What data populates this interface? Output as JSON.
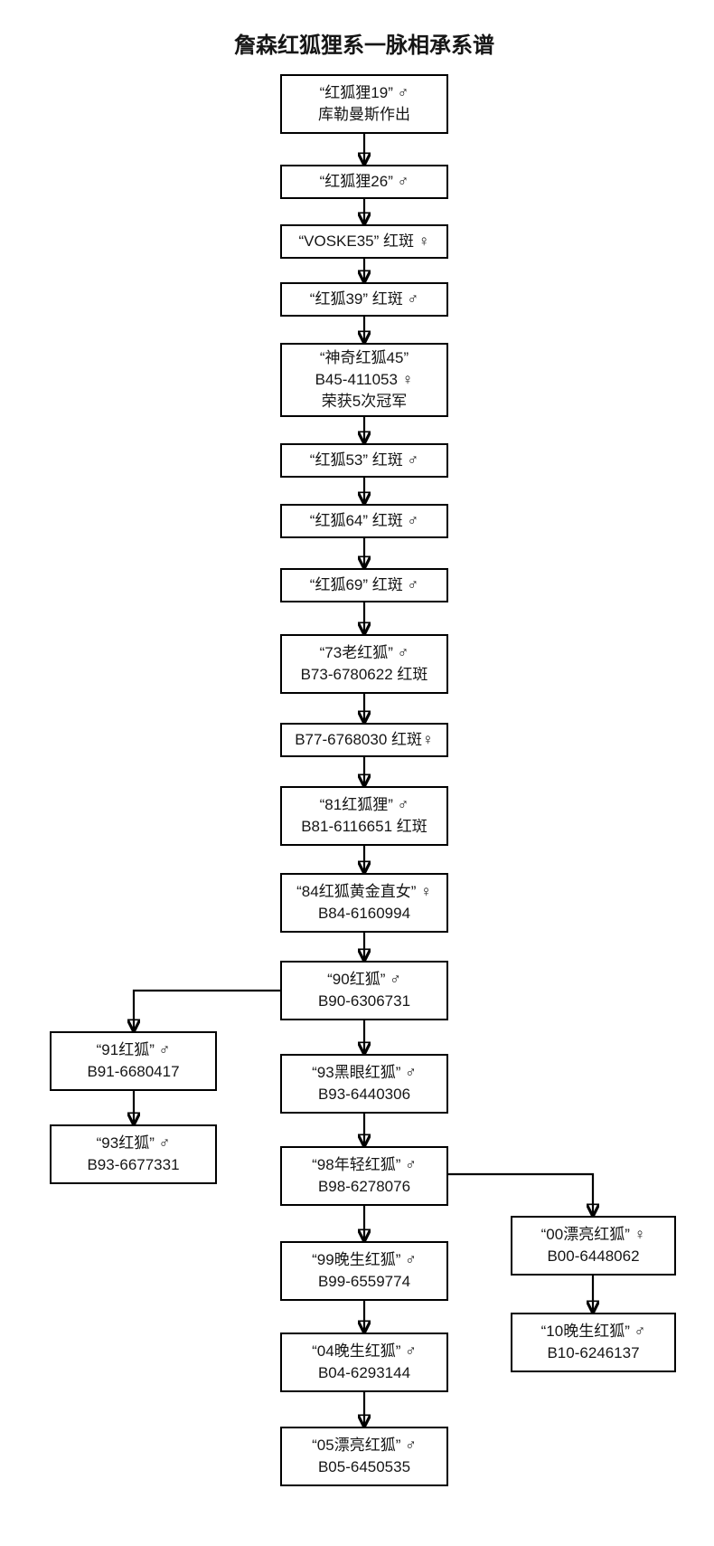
{
  "page_title": "詹森红狐狸系一脉相承系谱",
  "colors": {
    "background": "#ffffff",
    "box_border": "#000000",
    "text": "#161616",
    "arrow": "#000000"
  },
  "nodes": {
    "fox19": {
      "lines": [
        "“红狐狸19” ♂",
        "库勒曼斯作出"
      ]
    },
    "fox26": {
      "lines": [
        "“红狐狸26” ♂"
      ]
    },
    "voske35": {
      "lines": [
        "“VOSKE35” 红斑 ♀"
      ]
    },
    "fox39": {
      "lines": [
        "“红狐39” 红斑 ♂"
      ]
    },
    "fox45": {
      "lines": [
        "“神奇红狐45”",
        "B45-411053 ♀",
        "荣获5次冠军"
      ]
    },
    "fox53": {
      "lines": [
        "“红狐53” 红斑 ♂"
      ]
    },
    "fox64": {
      "lines": [
        "“红狐64” 红斑 ♂"
      ]
    },
    "fox69": {
      "lines": [
        "“红狐69” 红斑 ♂"
      ]
    },
    "fox73": {
      "lines": [
        "“73老红狐” ♂",
        "B73-6780622 红斑"
      ]
    },
    "b77": {
      "lines": [
        "B77-6768030 红斑♀"
      ]
    },
    "fox81": {
      "lines": [
        "“81红狐狸” ♂",
        "B81-6116651 红斑"
      ]
    },
    "fox84": {
      "lines": [
        "“84红狐黄金直女” ♀",
        "B84-6160994"
      ]
    },
    "fox90": {
      "lines": [
        "“90红狐” ♂",
        "B90-6306731"
      ]
    },
    "fox93dark": {
      "lines": [
        "“93黑眼红狐” ♂",
        "B93-6440306"
      ]
    },
    "fox98": {
      "lines": [
        "“98年轻红狐” ♂",
        "B98-6278076"
      ]
    },
    "fox99": {
      "lines": [
        "“99晚生红狐” ♂",
        "B99-6559774"
      ]
    },
    "fox04": {
      "lines": [
        "“04晚生红狐” ♂",
        "B04-6293144"
      ]
    },
    "fox05": {
      "lines": [
        "“05漂亮红狐” ♂",
        "B05-6450535"
      ]
    },
    "fox91": {
      "lines": [
        "“91红狐” ♂",
        "B91-6680417"
      ]
    },
    "fox93": {
      "lines": [
        "“93红狐” ♂",
        "B93-6677331"
      ]
    },
    "fox00": {
      "lines": [
        "“00漂亮红狐” ♀",
        "B00-6448062"
      ]
    },
    "fox10": {
      "lines": [
        "“10晚生红狐” ♂",
        "B10-6246137"
      ]
    }
  },
  "edges": [
    {
      "from": "fox19",
      "to": "fox26"
    },
    {
      "from": "fox26",
      "to": "voske35"
    },
    {
      "from": "voske35",
      "to": "fox39"
    },
    {
      "from": "fox39",
      "to": "fox45"
    },
    {
      "from": "fox45",
      "to": "fox53"
    },
    {
      "from": "fox53",
      "to": "fox64"
    },
    {
      "from": "fox64",
      "to": "fox69"
    },
    {
      "from": "fox69",
      "to": "fox73"
    },
    {
      "from": "fox73",
      "to": "b77"
    },
    {
      "from": "b77",
      "to": "fox81"
    },
    {
      "from": "fox81",
      "to": "fox84"
    },
    {
      "from": "fox84",
      "to": "fox90"
    },
    {
      "from": "fox90",
      "to": "fox91"
    },
    {
      "from": "fox91",
      "to": "fox93"
    },
    {
      "from": "fox90",
      "to": "fox93dark"
    },
    {
      "from": "fox93dark",
      "to": "fox98"
    },
    {
      "from": "fox98",
      "to": "fox00"
    },
    {
      "from": "fox00",
      "to": "fox10"
    },
    {
      "from": "fox98",
      "to": "fox99"
    },
    {
      "from": "fox99",
      "to": "fox04"
    },
    {
      "from": "fox04",
      "to": "fox05"
    }
  ]
}
